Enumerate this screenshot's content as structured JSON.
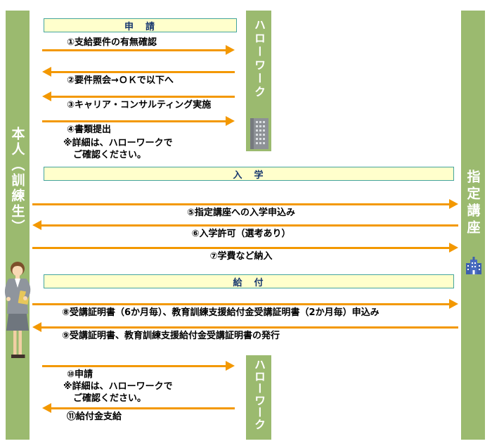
{
  "actors": {
    "left": "本人（訓練生）",
    "right": "指定講座",
    "hellowork": "ハローワーク"
  },
  "sections": [
    {
      "title": "申　請"
    },
    {
      "title": "入　学"
    },
    {
      "title": "給　付"
    }
  ],
  "steps": [
    {
      "label": "①支給要件の有無確認",
      "direction": "right",
      "from": "本人（訓練生）",
      "to": "ハローワーク"
    },
    {
      "label": "②要件照会→ＯＫで以下へ",
      "direction": "left",
      "from": "ハローワーク",
      "to": "本人（訓練生）"
    },
    {
      "label": "③キャリア・コンサルティング実施",
      "direction": "left",
      "from": "ハローワーク",
      "to": "本人（訓練生）"
    },
    {
      "label": "④書類提出",
      "direction": "right",
      "from": "本人（訓練生）",
      "to": "ハローワーク"
    },
    {
      "label": "⑤指定講座への入学申込み",
      "direction": "right",
      "from": "本人（訓練生）",
      "to": "指定講座"
    },
    {
      "label": "⑥入学許可（選考あり）",
      "direction": "left",
      "from": "指定講座",
      "to": "本人（訓練生）"
    },
    {
      "label": "⑦学費など納入",
      "direction": "right",
      "from": "本人（訓練生）",
      "to": "指定講座"
    },
    {
      "label": "⑧受講証明書（6か月毎）、教育訓練支援給付金受講証明書（2か月毎）申込み",
      "direction": "right",
      "from": "本人（訓練生）",
      "to": "指定講座"
    },
    {
      "label": "⑨受講証明書、教育訓練支援給付金受講証明書の発行",
      "direction": "left",
      "from": "指定講座",
      "to": "本人（訓練生）"
    },
    {
      "label": "⑩申請",
      "direction": "right",
      "from": "本人（訓練生）",
      "to": "ハローワーク"
    },
    {
      "label": "⑪給付金支給",
      "direction": "left",
      "from": "ハローワーク",
      "to": "本人（訓練生）"
    }
  ],
  "notes": {
    "line1": "※詳細は、ハローワークで",
    "line2": "ご確認ください。"
  },
  "colors": {
    "bar_green": "#9BBA6F",
    "header_fill": "#FFFFCC",
    "header_border": "#44A49C",
    "header_text": "#17376E",
    "arrow_orange": "#F39800"
  }
}
